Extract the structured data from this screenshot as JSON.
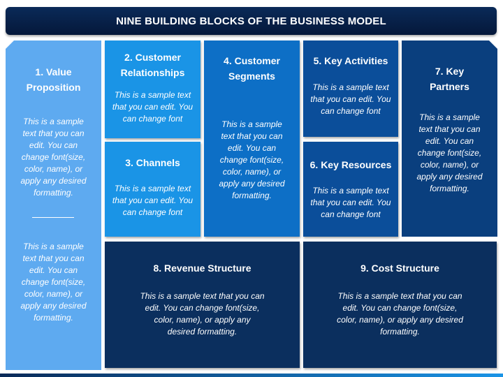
{
  "title": "NINE BUILDING BLOCKS OF THE BUSINESS MODEL",
  "blocks": {
    "value_proposition": {
      "heading": "1. Value Proposition",
      "text1": "This is a sample text that you can edit. You can change font(size, color, name), or apply any desired formatting.",
      "divider": "________",
      "text2": "This is a sample text that you can edit. You can change font(size, color, name), or apply any desired formatting."
    },
    "customer_relationships": {
      "heading": "2. Customer Relationships",
      "text": "This is a sample text that you can edit. You can change font"
    },
    "channels": {
      "heading": "3. Channels",
      "text": "This is a sample text that you can edit. You can change font"
    },
    "customer_segments": {
      "heading": "4. Customer Segments",
      "text": "This is a sample text that you can edit. You can change font(size, color, name), or apply any desired formatting."
    },
    "key_activities": {
      "heading": "5. Key Activities",
      "text": "This is a sample text that you can edit. You can change font"
    },
    "key_resources": {
      "heading": "6. Key Resources",
      "text": "This is a sample text that you can edit. You can change font"
    },
    "key_partners": {
      "heading": "7. Key Partners",
      "text": "This is a sample text that you can edit. You can change font(size, color, name), or apply any desired formatting."
    },
    "revenue_structure": {
      "heading": "8. Revenue Structure",
      "text": "This is a sample text that you can edit. You can change font(size, color, name), or apply any desired formatting."
    },
    "cost_structure": {
      "heading": "9. Cost Structure",
      "text": "This is a sample text that you can edit. You can change font(size, color, name), or apply any desired formatting."
    }
  },
  "colors": {
    "title_bar": "#0a2a58",
    "value_proposition": "#5eaaf0",
    "customer_relationships": "#1a94e6",
    "channels": "#1a94e6",
    "customer_segments": "#0d6fc6",
    "key_activities": "#0b4e9a",
    "key_resources": "#0b4e9a",
    "key_partners": "#0a3f7e",
    "revenue_structure": "#0b2f5e",
    "cost_structure": "#0b2f5e"
  }
}
